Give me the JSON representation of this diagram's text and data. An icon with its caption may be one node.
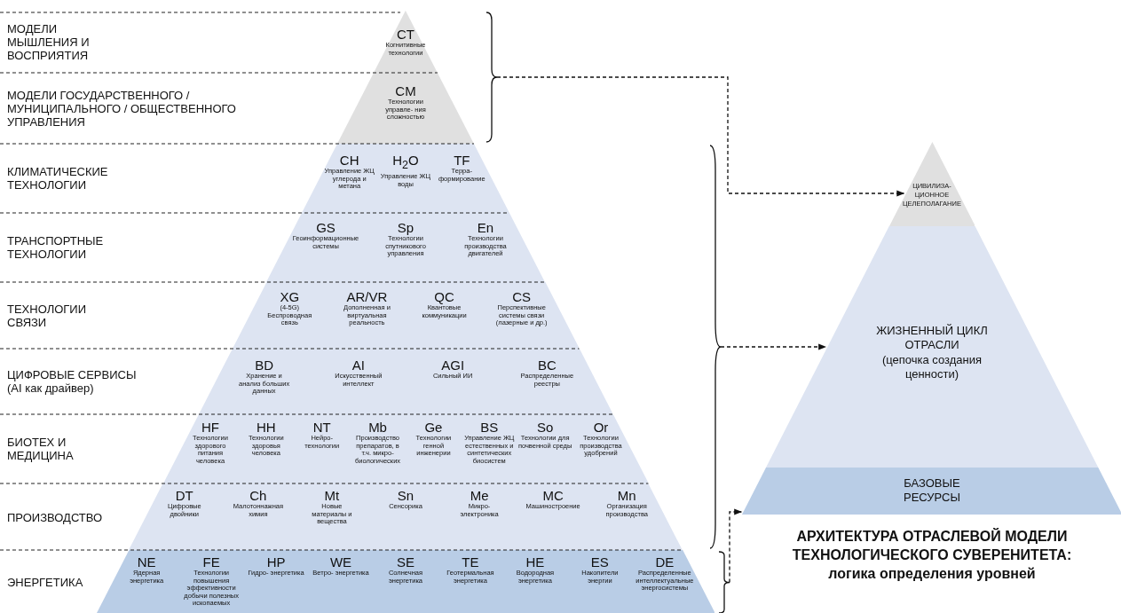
{
  "diagram": {
    "title": "АРХИТЕКТУРА ОТРАСЛЕВОЙ МОДЕЛИ ТЕХНОЛОГИЧЕСКОГО СУВЕРЕНИТЕТА: логика определения уровней",
    "nodes": [
      {
        "text": [],
        "shape": "band"
      },
      {
        "text": [
          "CT",
          "Когнитивные технологии"
        ],
        "in": 0
      },
      {
        "text": [],
        "shape": "band"
      },
      {
        "text": [
          "CM",
          "Технологии управле- ния сложностью"
        ],
        "in": 2
      },
      {
        "text": [],
        "shape": "band"
      },
      {
        "text": [
          "CH",
          "Управление ЖЦ углерода и метана"
        ],
        "in": 4
      },
      {
        "text": [
          "H$_{2}$O",
          "Управление ЖЦ воды"
        ],
        "in": 4
      },
      {
        "text": [
          "TF",
          "Терра- формирование"
        ],
        "in": 4
      },
      {
        "text": [],
        "shape": "band"
      },
      {
        "text": [
          "GS",
          "Геоинформационные системы"
        ],
        "in": 8
      },
      {
        "text": [
          "Sp",
          "Технологии спутникового управления"
        ],
        "in": 8
      },
      {
        "text": [
          "En",
          "Технологии производства двигателей"
        ],
        "in": 8
      },
      {
        "text": [],
        "shape": "band"
      },
      {
        "text": [
          "XG",
          "(4-5G) Беспроводная связь"
        ],
        "in": 12
      },
      {
        "text": [
          "AR/VR",
          "Дополненная и виртуальная реальность"
        ],
        "in": 12
      },
      {
        "text": [
          "QC",
          "Квантовые коммуникации"
        ],
        "in": 12
      },
      {
        "text": [
          "CS",
          "Перспективные системы связи (лазерные и др.)"
        ],
        "in": 12
      },
      {
        "text": [],
        "shape": "band"
      },
      {
        "text": [
          "BD",
          "Хранение и анализ больших данных"
        ],
        "in": 17
      },
      {
        "text": [
          "AI",
          "Искусственный интеллект"
        ],
        "in": 17
      },
      {
        "text": [
          "AGI",
          "Сильный ИИ"
        ],
        "in": 17
      },
      {
        "text": [
          "BC",
          "Распределенные реестры"
        ],
        "in": 17
      },
      {
        "text": [],
        "shape": "band"
      },
      {
        "text": [
          "HF",
          "Технологии здорового питания человека"
        ],
        "in": 22
      },
      {
        "text": [
          "HH",
          "Технологии здоровья человека"
        ],
        "in": 22
      },
      {
        "text": [
          "NT",
          "Нейро- технологии"
        ],
        "in": 22
      },
      {
        "text": [
          "Mb",
          "Производство препаратов, в т.ч. микро- биологических"
        ],
        "in": 22
      },
      {
        "text": [
          "Ge",
          "Технологии генной инженерии"
        ],
        "in": 22
      },
      {
        "text": [
          "BS",
          "Управление ЖЦ естественных и синтетических биосистем"
        ],
        "in": 22
      },
      {
        "text": [
          "So",
          "Технологии для почвенной среды"
        ],
        "in": 22
      },
      {
        "text": [
          "Or",
          "Технологии производства удобрений"
        ],
        "in": 22
      },
      {
        "text": [],
        "shape": "band"
      },
      {
        "text": [
          "DT",
          "Цифровые двойники"
        ],
        "in": 31
      },
      {
        "text": [
          "Ch",
          "Малотоннажная химия"
        ],
        "in": 31
      },
      {
        "text": [
          "Mt",
          "Новые материалы и вещества"
        ],
        "in": 31
      },
      {
        "text": [
          "Sn",
          "Сенсорика"
        ],
        "in": 31
      },
      {
        "text": [
          "Me",
          "Микро- электроника"
        ],
        "in": 31
      },
      {
        "text": [
          "MC",
          "Машиностроение"
        ],
        "in": 31
      },
      {
        "text": [
          "Mn",
          "Организация производства"
        ],
        "in": 31
      },
      {
        "text": [],
        "shape": "band"
      },
      {
        "text": [
          "NE",
          "Ядерная энергетика"
        ],
        "in": 39
      },
      {
        "text": [
          "FE",
          "Технологии повышения эффективности добычи полезных ископаемых"
        ],
        "in": 39
      },
      {
        "text": [
          "HP",
          "Гидро- энергетика"
        ],
        "in": 39
      },
      {
        "text": [
          "WE",
          "Ветро- энергетика"
        ],
        "in": 39
      },
      {
        "text": [
          "SE",
          "Солнечная энергетика"
        ],
        "in": 39
      },
      {
        "text": [
          "TE",
          "Геотермальная энергетика"
        ],
        "in": 39
      },
      {
        "text": [
          "HE",
          "Водородная энергетика"
        ],
        "in": 39
      },
      {
        "text": [
          "ES",
          "Накопители энергии"
        ],
        "in": 39
      },
      {
        "text": [
          "DE",
          "Распределенные интеллектуальные энергосистемы"
        ],
        "in": 39
      },
      {
        "text": [],
        "shape": "brace"
      },
      {
        "text": [],
        "shape": "brace"
      },
      {
        "text": [],
        "shape": "brace"
      },
      {
        "text": [
          "ЦИВИЛИЗА- ЦИОННОЕ ЦЕЛЕПОЛАГАНИЕ"
        ]
      },
      {
        "text": [
          "ЖИЗНЕННЫЙ ЦИКЛ ОТРАСЛИ",
          "(цепочка создания ценности)"
        ]
      },
      {
        "text": [
          "БАЗОВЫЕ РЕСУРСЫ"
        ]
      }
    ],
    "edges": [
      {
        "from": 49,
        "to": 52,
        "arrow": "to",
        "style": "dashed"
      },
      {
        "from": 50,
        "to": 53,
        "arrow": "to",
        "style": "dashed"
      },
      {
        "from": 51,
        "to": 54,
        "arrow": "to",
        "style": "dashed"
      }
    ],
    "labels": [
      "МОДЕЛИ МЫШЛЕНИЯ И ВОСПРИЯТИЯ",
      "МОДЕЛИ ГОСУДАРСТВЕННОГО / МУНИЦИПАЛЬНОГО / ОБЩЕСТВЕННОГО УПРАВЛЕНИЯ",
      "КЛИМАТИЧЕСКИЕ ТЕХНОЛОГИИ",
      "ТРАНСПОРТНЫЕ ТЕХНОЛОГИИ",
      "ТЕХНОЛОГИИ СВЯЗИ",
      "ЦИФРОВЫЕ СЕРВИСЫ (AI как драйвер)",
      "БИОТЕХ И МЕДИЦИНА",
      "ПРОИЗВОДСТВО",
      "ЭНЕРГЕТИКА"
    ]
  }
}
